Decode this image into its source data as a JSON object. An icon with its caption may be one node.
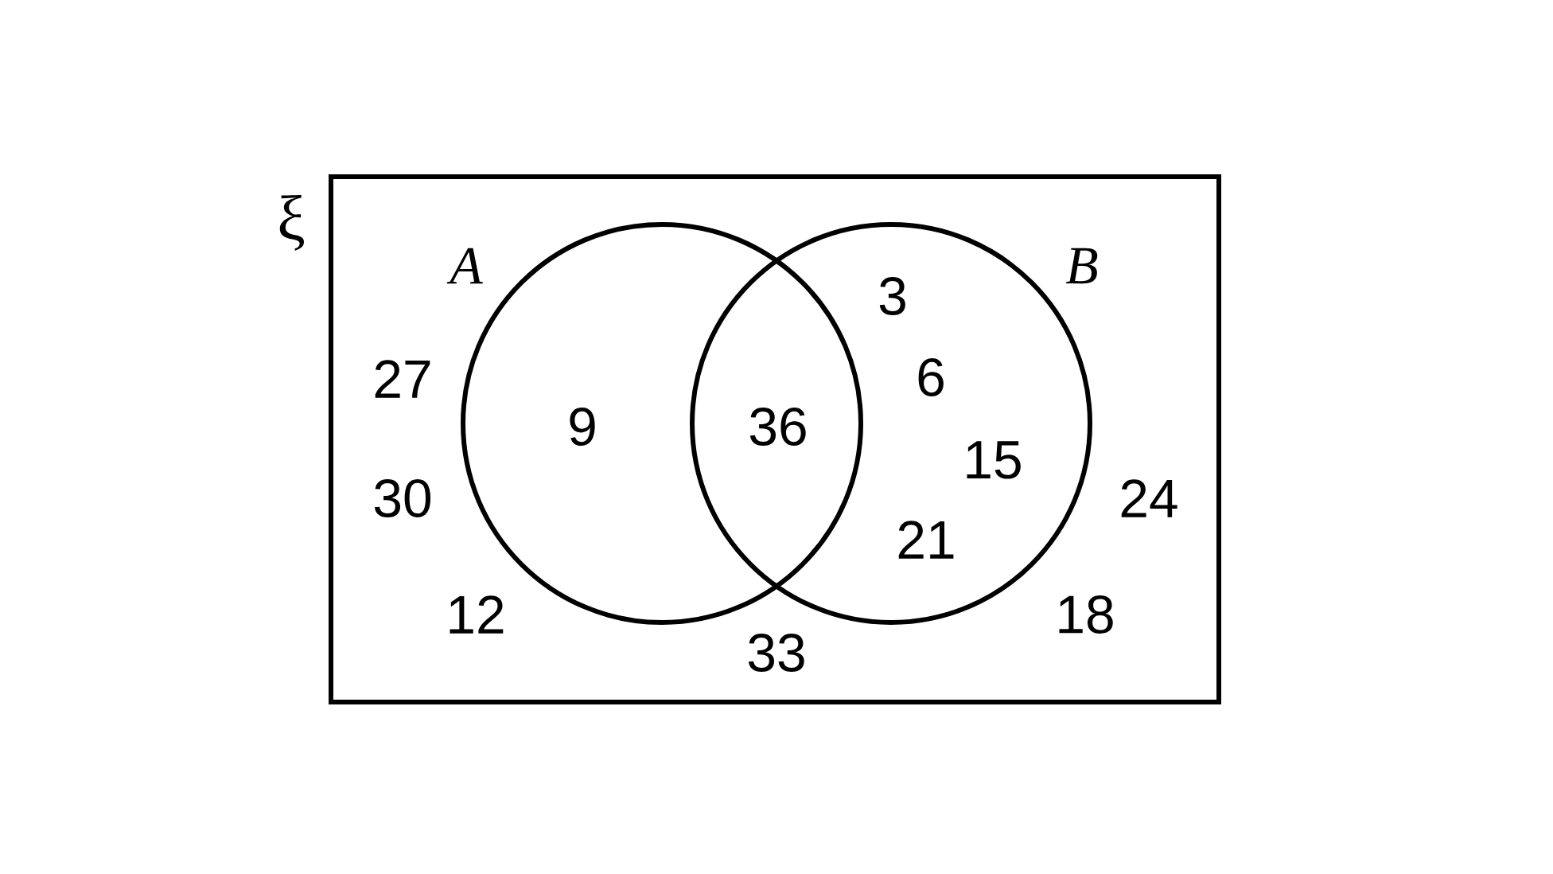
{
  "diagram": {
    "nodes": [
      {
        "text": [
          "ξ"
        ]
      },
      {
        "text": [
          "A"
        ],
        "in": 0
      },
      {
        "text": [
          "B"
        ],
        "in": 0
      }
    ],
    "labels": [
      "3",
      "27",
      "6",
      "9",
      "36",
      "15",
      "30",
      "24",
      "21",
      "12",
      "18",
      "33"
    ]
  }
}
